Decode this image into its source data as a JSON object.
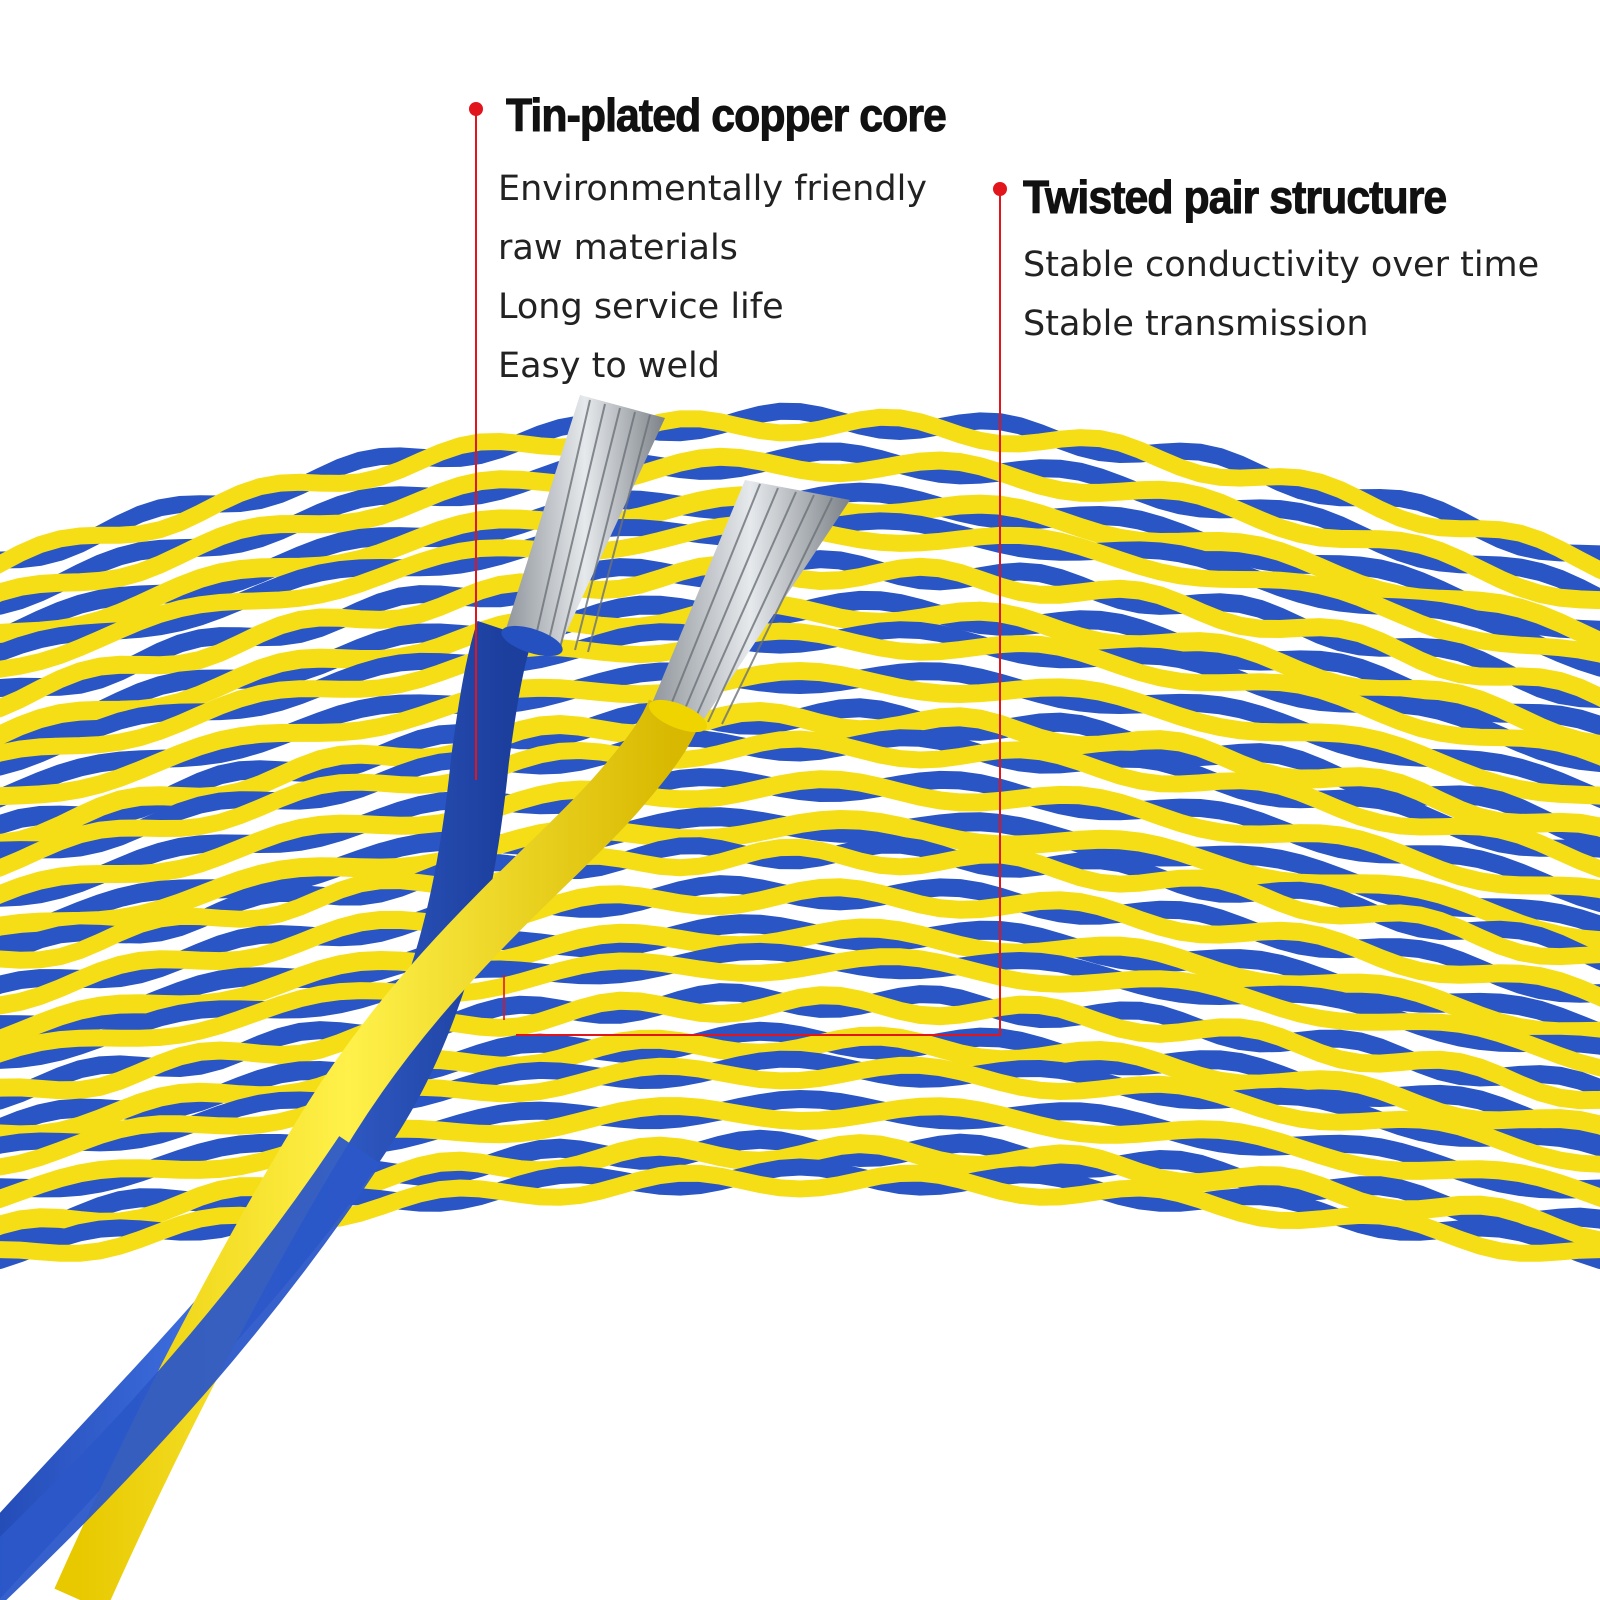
{
  "callouts": {
    "core": {
      "heading": "Tin-plated copper core",
      "lines": [
        "Environmentally friendly",
        "raw materials",
        "Long service life",
        "Easy to weld"
      ]
    },
    "structure": {
      "heading": "Twisted pair structure",
      "lines": [
        "Stable conductivity over time",
        "Stable transmission"
      ]
    }
  },
  "colors": {
    "wire_blue": "#2a55c4",
    "wire_yellow": "#f5de16",
    "accent_red": "#e2141c",
    "tinned_strand": "#bfc4c8"
  }
}
